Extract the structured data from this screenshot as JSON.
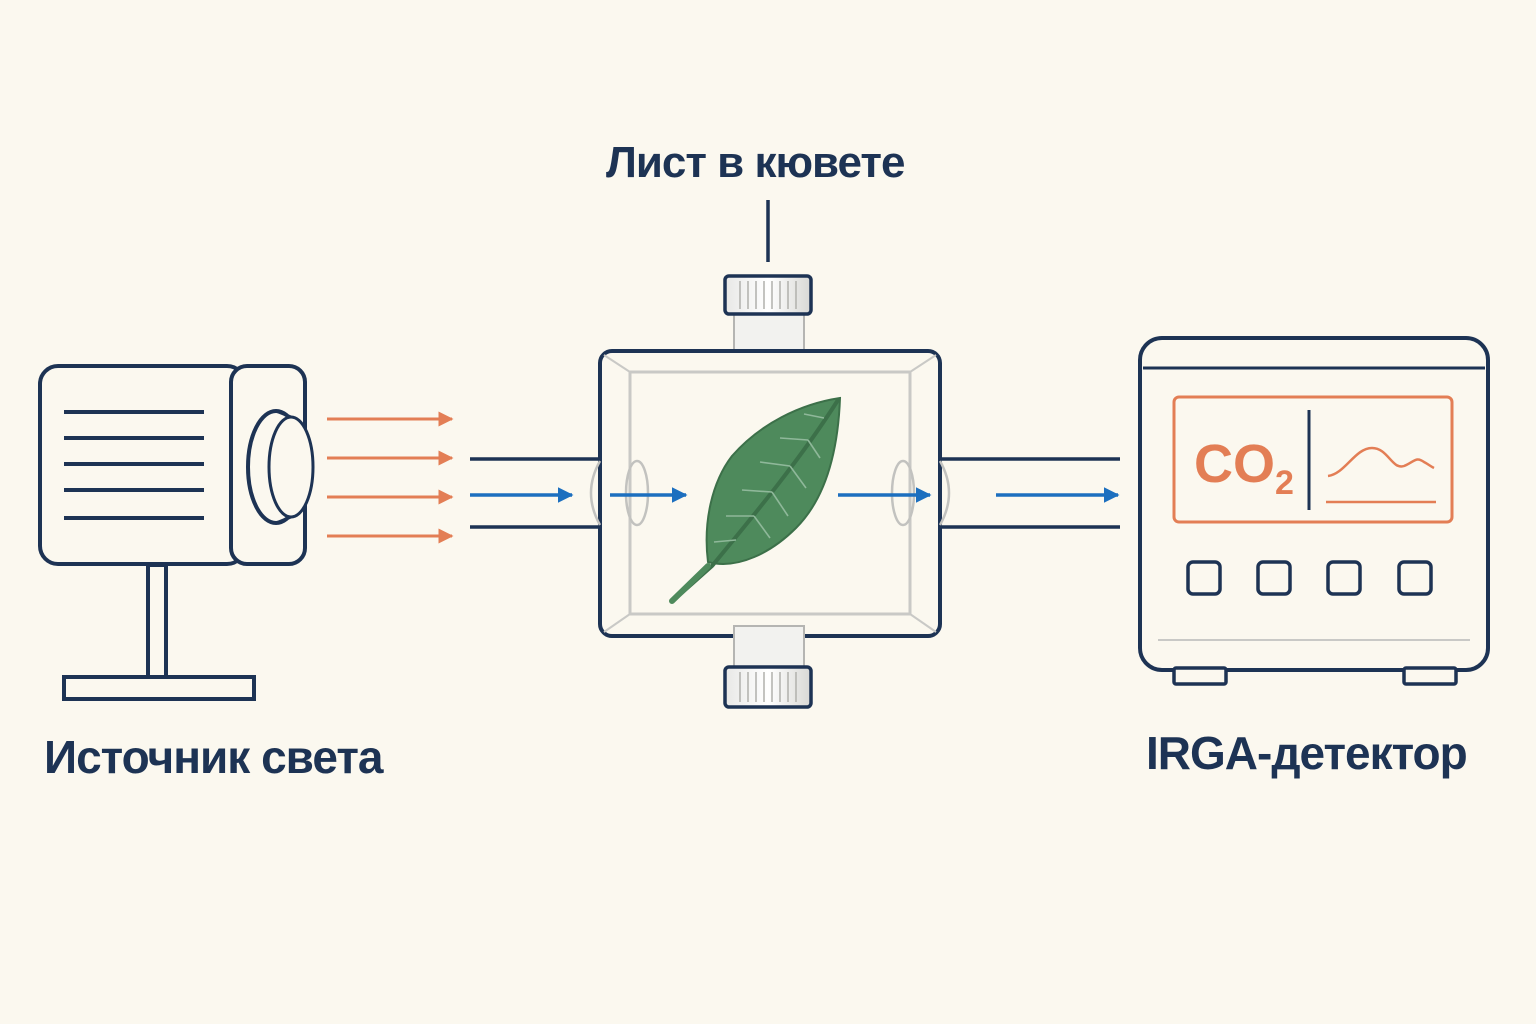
{
  "labels": {
    "light_source": "Источник света",
    "cuvette": "Лист в кювете",
    "detector": "IRGA-детектор"
  },
  "display": {
    "gas_main": "CO",
    "gas_sub": "2"
  },
  "colors": {
    "background": "#FBF8EF",
    "outline": "#1D3354",
    "light_arrows": "#E37E55",
    "air_flow": "#1C6FBF",
    "leaf": "#4E8A5C",
    "display_accent": "#E37E55"
  }
}
